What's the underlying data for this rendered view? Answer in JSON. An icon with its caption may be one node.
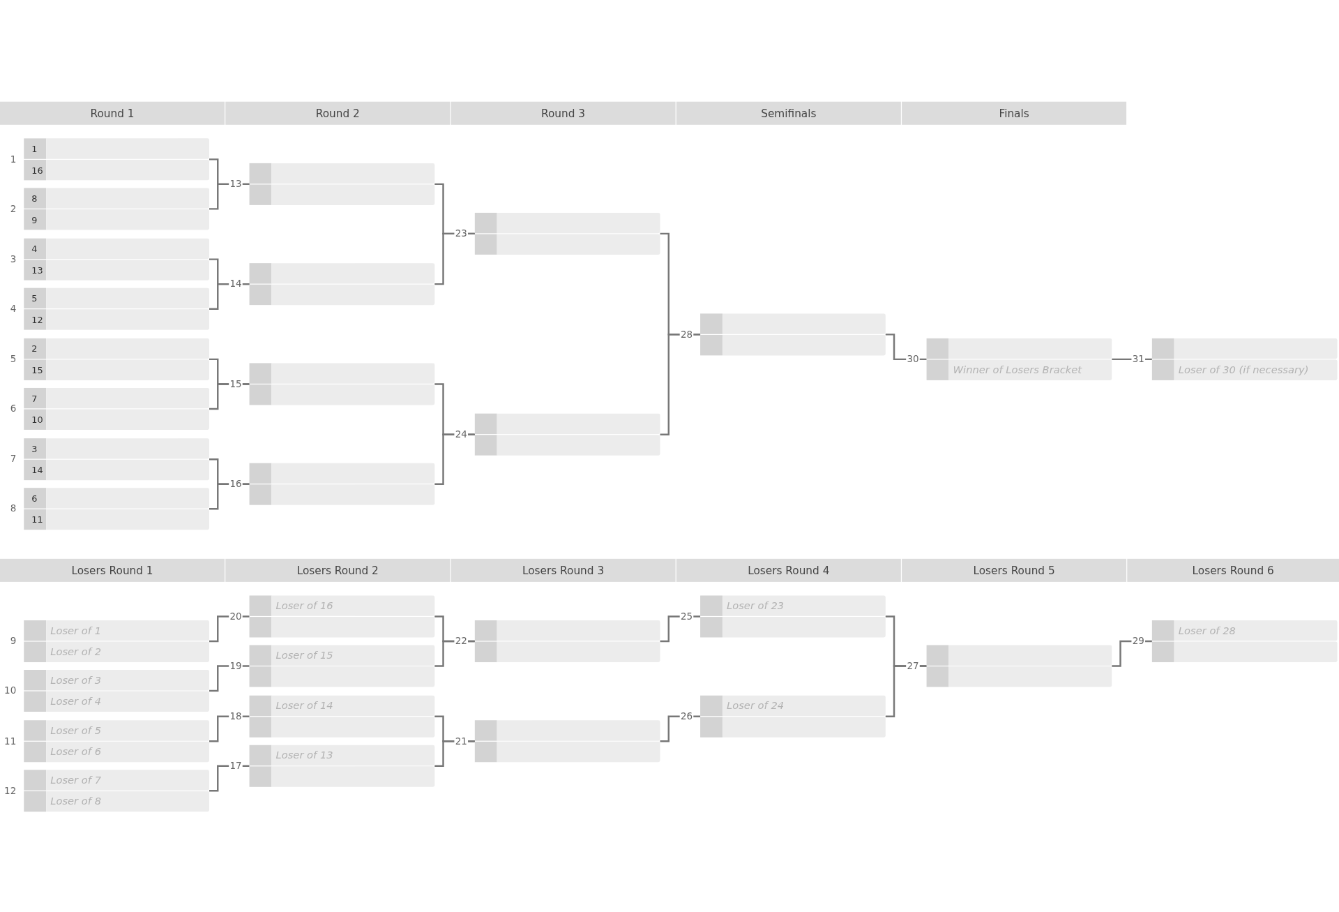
{
  "diagram": {
    "nodes": [
      {
        "text": [
          "Round 1"
        ]
      },
      {
        "text": [
          "Round 2"
        ]
      },
      {
        "text": [
          "Round 3"
        ]
      },
      {
        "text": [
          "Semifinals"
        ]
      },
      {
        "text": [
          "Finals"
        ]
      },
      {
        "text": [
          "1",
          "16"
        ],
        "beside": [
          "1"
        ]
      },
      {
        "text": [
          "8",
          "9"
        ],
        "beside": [
          "2"
        ]
      },
      {
        "text": [
          "4",
          "13"
        ],
        "beside": [
          "3"
        ]
      },
      {
        "text": [
          "5",
          "12"
        ],
        "beside": [
          "4"
        ]
      },
      {
        "text": [
          "2",
          "15"
        ],
        "beside": [
          "5"
        ]
      },
      {
        "text": [
          "7",
          "10"
        ],
        "beside": [
          "6"
        ]
      },
      {
        "text": [
          "3",
          "14"
        ],
        "beside": [
          "7"
        ]
      },
      {
        "text": [
          "6",
          "11"
        ],
        "beside": [
          "8"
        ]
      },
      {
        "text": [],
        "shape": "box",
        "beside": [
          "13"
        ]
      },
      {
        "text": [],
        "shape": "box",
        "beside": [
          "14"
        ]
      },
      {
        "text": [],
        "shape": "box",
        "beside": [
          "15"
        ]
      },
      {
        "text": [],
        "shape": "box",
        "beside": [
          "16"
        ]
      },
      {
        "text": [],
        "shape": "box",
        "beside": [
          "23"
        ]
      },
      {
        "text": [],
        "shape": "box",
        "beside": [
          "24"
        ]
      },
      {
        "text": [],
        "shape": "box",
        "beside": [
          "28"
        ]
      },
      {
        "text": [
          "Winner of Losers Bracket"
        ],
        "beside": [
          "30"
        ]
      },
      {
        "text": [
          "Loser of 30 (if necessary)"
        ],
        "beside": [
          "31"
        ]
      },
      {
        "text": [
          "Losers Round 1"
        ]
      },
      {
        "text": [
          "Losers Round 2"
        ]
      },
      {
        "text": [
          "Losers Round 3"
        ]
      },
      {
        "text": [
          "Losers Round 4"
        ]
      },
      {
        "text": [
          "Losers Round 5"
        ]
      },
      {
        "text": [
          "Losers Round 6"
        ]
      },
      {
        "text": [
          "Loser of 1",
          "Loser of 2"
        ],
        "beside": [
          "9"
        ]
      },
      {
        "text": [
          "Loser of 3",
          "Loser of 4"
        ],
        "beside": [
          "10"
        ]
      },
      {
        "text": [
          "Loser of 5",
          "Loser of 6"
        ],
        "beside": [
          "11"
        ]
      },
      {
        "text": [
          "Loser of 7",
          "Loser of 8"
        ],
        "beside": [
          "12"
        ]
      },
      {
        "text": [
          "Loser of 16"
        ],
        "beside": [
          "20"
        ]
      },
      {
        "text": [
          "Loser of 15"
        ],
        "beside": [
          "19"
        ]
      },
      {
        "text": [
          "Loser of 14"
        ],
        "beside": [
          "18"
        ]
      },
      {
        "text": [
          "Loser of 13"
        ],
        "beside": [
          "17"
        ]
      },
      {
        "text": [],
        "shape": "box",
        "beside": [
          "22"
        ]
      },
      {
        "text": [],
        "shape": "box",
        "beside": [
          "21"
        ]
      },
      {
        "text": [
          "Loser of 23"
        ],
        "beside": [
          "25"
        ]
      },
      {
        "text": [
          "Loser of 24"
        ],
        "beside": [
          "26"
        ]
      },
      {
        "text": [],
        "shape": "box",
        "beside": [
          "27"
        ]
      },
      {
        "text": [
          "Loser of 28"
        ],
        "beside": [
          "29"
        ]
      }
    ],
    "edges": [
      {
        "from": 5,
        "to": 13,
        "arrow": "none"
      },
      {
        "from": 6,
        "to": 13,
        "arrow": "none"
      },
      {
        "from": 7,
        "to": 14,
        "arrow": "none"
      },
      {
        "from": 8,
        "to": 14,
        "arrow": "none"
      },
      {
        "from": 9,
        "to": 15,
        "arrow": "none"
      },
      {
        "from": 10,
        "to": 15,
        "arrow": "none"
      },
      {
        "from": 11,
        "to": 16,
        "arrow": "none"
      },
      {
        "from": 12,
        "to": 16,
        "arrow": "none"
      },
      {
        "from": 13,
        "to": 17,
        "arrow": "none"
      },
      {
        "from": 14,
        "to": 17,
        "arrow": "none"
      },
      {
        "from": 15,
        "to": 18,
        "arrow": "none"
      },
      {
        "from": 16,
        "to": 18,
        "arrow": "none"
      },
      {
        "from": 17,
        "to": 19,
        "arrow": "none"
      },
      {
        "from": 18,
        "to": 19,
        "arrow": "none"
      },
      {
        "from": 19,
        "to": 20,
        "arrow": "none"
      },
      {
        "from": 20,
        "to": 21,
        "arrow": "none"
      },
      {
        "from": 28,
        "to": 32,
        "arrow": "none"
      },
      {
        "from": 29,
        "to": 33,
        "arrow": "none"
      },
      {
        "from": 30,
        "to": 34,
        "arrow": "none"
      },
      {
        "from": 31,
        "to": 35,
        "arrow": "none"
      },
      {
        "from": 32,
        "to": 36,
        "arrow": "none"
      },
      {
        "from": 33,
        "to": 36,
        "arrow": "none"
      },
      {
        "from": 34,
        "to": 37,
        "arrow": "none"
      },
      {
        "from": 35,
        "to": 37,
        "arrow": "none"
      },
      {
        "from": 36,
        "to": 38,
        "arrow": "none"
      },
      {
        "from": 37,
        "to": 39,
        "arrow": "none"
      },
      {
        "from": 38,
        "to": 40,
        "arrow": "none"
      },
      {
        "from": 39,
        "to": 40,
        "arrow": "none"
      },
      {
        "from": 40,
        "to": 41,
        "arrow": "none"
      }
    ]
  }
}
